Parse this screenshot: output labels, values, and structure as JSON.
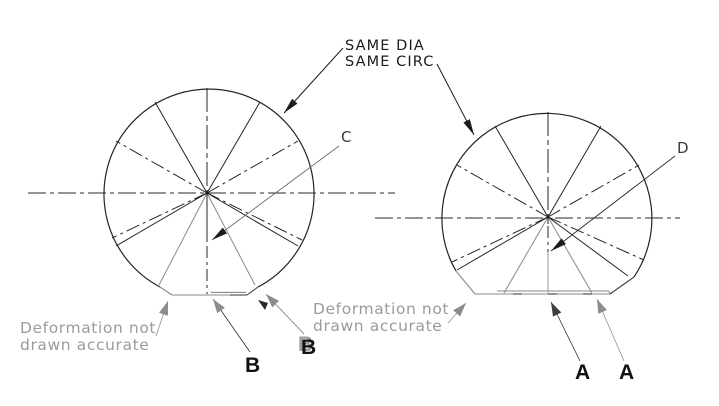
{
  "annotation": {
    "line1": "SAME DIA",
    "line2": "SAME CIRC"
  },
  "left_view": {
    "point_label": "C",
    "note": {
      "line1": "Deformation not",
      "line2": "drawn accurate"
    },
    "datum_labels": [
      "B",
      "B"
    ]
  },
  "right_view": {
    "point_label": "D",
    "note": {
      "line1": "Deformation not",
      "line2": "drawn accurate"
    },
    "datum_labels": [
      "A",
      "A"
    ]
  },
  "colors": {
    "ink": "#1c1c1c",
    "note_gray": "#9b9b9b",
    "arrow_gray": "#8c8c8c",
    "deform_line_gray": "#8a8a8a"
  }
}
